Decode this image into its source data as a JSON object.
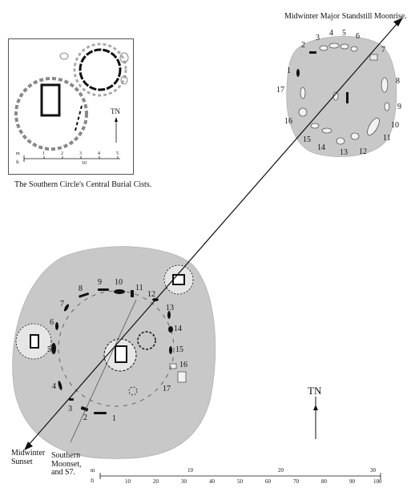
{
  "north_main": "TN",
  "north_inset": "TN",
  "caption_top": "Midwinter Major Standstill Moonrise.",
  "caption_inset": "The Southern Circle's Central Burial Cists.",
  "label_sunset": "Midwinter\nSunset",
  "label_moonset": "Southern\nMoonset,\nand S7.",
  "north_circle_stones": [
    "1",
    "2",
    "3",
    "4",
    "5",
    "6",
    "7",
    "8",
    "9",
    "10",
    "11",
    "12",
    "13",
    "14",
    "15",
    "16",
    "17"
  ],
  "south_circle_stones": [
    "1",
    "2",
    "3",
    "4",
    "5",
    "6",
    "7",
    "8",
    "9",
    "10",
    "11",
    "12",
    "13",
    "14",
    "15",
    "16",
    "17"
  ],
  "main_scale": {
    "unit_top": "m",
    "unit_bottom": "ft",
    "top_ticks": [
      "10",
      "20",
      "30"
    ],
    "bottom_ticks": [
      "10",
      "20",
      "30",
      "40",
      "50",
      "60",
      "70",
      "80",
      "90",
      "100"
    ]
  },
  "inset_scale": {
    "unit_top": "m",
    "unit_bottom": "ft",
    "top_ticks": [
      "1",
      "2",
      "3",
      "4",
      "5"
    ],
    "bottom_ticks": [
      "10"
    ]
  },
  "colors": {
    "mound": "#c8c8c8",
    "stone": "#111111",
    "line": "#111111"
  }
}
